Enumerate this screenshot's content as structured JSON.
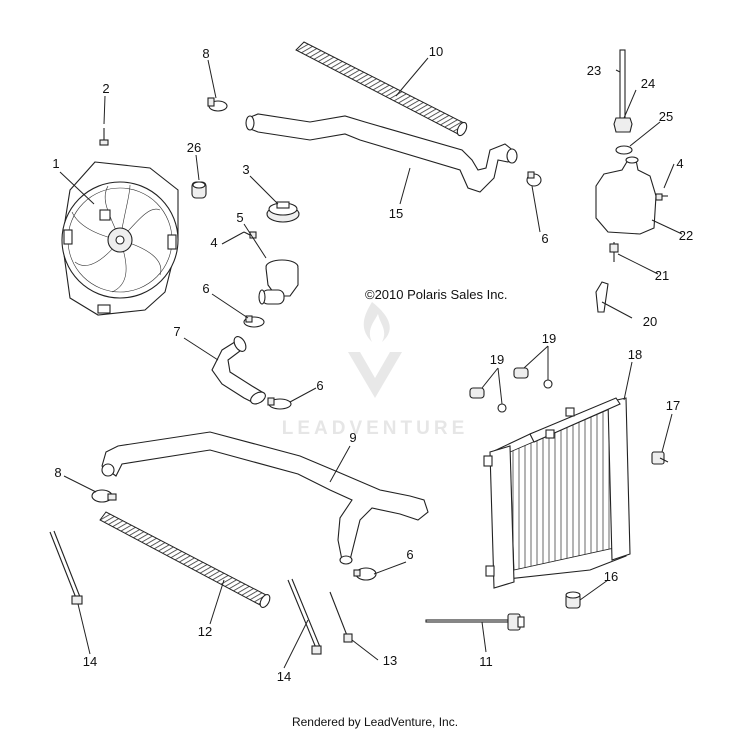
{
  "diagram": {
    "copyright": "©2010 Polaris Sales Inc.",
    "footer": "Rendered by LeadVenture, Inc.",
    "watermark": "LEADVENTURE",
    "callouts": [
      "1",
      "2",
      "3",
      "4",
      "4",
      "5",
      "6",
      "6",
      "6",
      "6",
      "7",
      "8",
      "8",
      "9",
      "10",
      "11",
      "12",
      "13",
      "14",
      "14",
      "15",
      "16",
      "17",
      "18",
      "19",
      "19",
      "20",
      "21",
      "22",
      "23",
      "24",
      "25",
      "26"
    ]
  }
}
